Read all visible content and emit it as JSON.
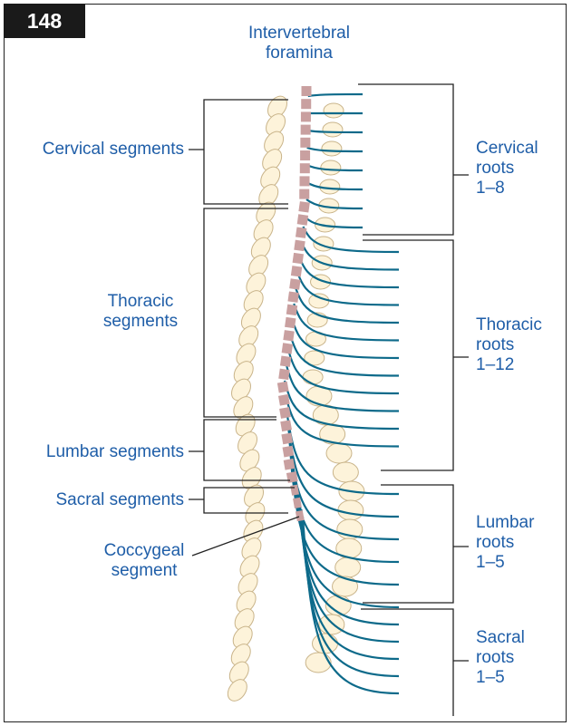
{
  "figure_number": "148",
  "top_label": {
    "line1": "Intervertebral",
    "line2": "foramina"
  },
  "left_labels": {
    "cervical": "Cervical segments",
    "thoracic_1": "Thoracic",
    "thoracic_2": "segments",
    "lumbar": "Lumbar segments",
    "sacral": "Sacral segments",
    "coccygeal_1": "Coccygeal",
    "coccygeal_2": "segment"
  },
  "right_labels": {
    "cervical": {
      "line1": "Cervical",
      "line2": "roots",
      "line3": "1–8"
    },
    "thoracic": {
      "line1": "Thoracic",
      "line2": "roots",
      "line3": "1–12"
    },
    "lumbar": {
      "line1": "Lumbar",
      "line2": "roots",
      "line3": "1–5"
    },
    "sacral": {
      "line1": "Sacral",
      "line2": "roots",
      "line3": "1–5"
    }
  },
  "colors": {
    "label_text": "#1f5ea8",
    "nerve_root": "#0d6a8a",
    "spinal_segment": "#c9a0a0",
    "vertebra_fill": "#fdf3da",
    "vertebra_stroke": "#c9b48a",
    "bracket_line": "#222222"
  }
}
